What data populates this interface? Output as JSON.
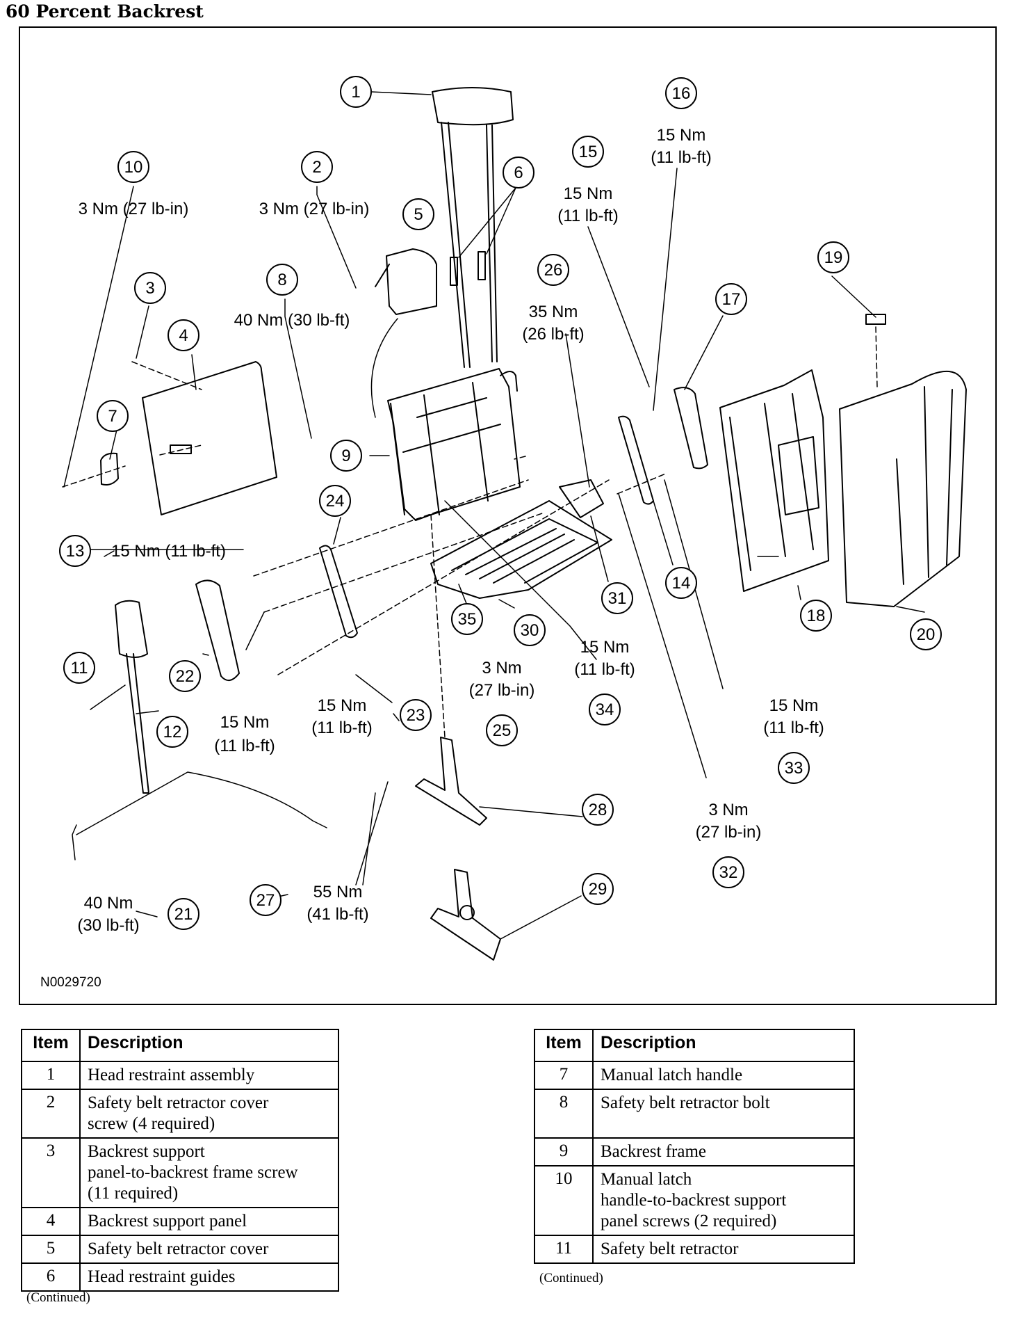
{
  "page": {
    "title": "60 Percent Backrest",
    "figure_id": "N0029720"
  },
  "callouts": [
    {
      "n": "1"
    },
    {
      "n": "2",
      "t1": "3 Nm (27 lb-in)"
    },
    {
      "n": "3"
    },
    {
      "n": "4"
    },
    {
      "n": "5"
    },
    {
      "n": "6"
    },
    {
      "n": "7"
    },
    {
      "n": "8",
      "t1": "40 Nm (30 lb-ft)"
    },
    {
      "n": "9"
    },
    {
      "n": "10",
      "t1": "3 Nm (27 lb-in)"
    },
    {
      "n": "11"
    },
    {
      "n": "12",
      "t1": "15 Nm",
      "t2": "(11 lb-ft)"
    },
    {
      "n": "13",
      "t1": "15 Nm (11 lb-ft)"
    },
    {
      "n": "14"
    },
    {
      "n": "15",
      "t1": "15 Nm",
      "t2": "(11 lb-ft)"
    },
    {
      "n": "16",
      "t1": "15 Nm",
      "t2": "(11 lb-ft)"
    },
    {
      "n": "17"
    },
    {
      "n": "18"
    },
    {
      "n": "19"
    },
    {
      "n": "20"
    },
    {
      "n": "21",
      "t1": "40 Nm",
      "t2": "(30 lb-ft)"
    },
    {
      "n": "22"
    },
    {
      "n": "23",
      "t1": "15 Nm",
      "t2": "(11 lb-ft)"
    },
    {
      "n": "24"
    },
    {
      "n": "25",
      "t1": "3 Nm",
      "t2": "(27 lb-in)"
    },
    {
      "n": "26",
      "t1": "35 Nm",
      "t2": "(26 lb-ft)"
    },
    {
      "n": "27",
      "t1": "55 Nm",
      "t2": "(41 lb-ft)"
    },
    {
      "n": "28"
    },
    {
      "n": "29"
    },
    {
      "n": "30"
    },
    {
      "n": "31"
    },
    {
      "n": "32",
      "t1": "3 Nm",
      "t2": "(27 lb-in)"
    },
    {
      "n": "33",
      "t1": "15 Nm",
      "t2": "(11 lb-ft)"
    },
    {
      "n": "34",
      "t1": "15 Nm",
      "t2": "(11 lb-ft)"
    },
    {
      "n": "35"
    }
  ],
  "table_left": {
    "header": {
      "item": "Item",
      "description": "Description"
    },
    "rows": [
      {
        "item": "1",
        "lines": [
          "Head restraint assembly"
        ]
      },
      {
        "item": "2",
        "lines": [
          "Safety belt retractor cover",
          "screw (4 required)"
        ]
      },
      {
        "item": "3",
        "lines": [
          "Backrest support",
          "panel-to-backrest frame screw",
          "(11 required)"
        ]
      },
      {
        "item": "4",
        "lines": [
          "Backrest support panel"
        ]
      },
      {
        "item": "5",
        "lines": [
          "Safety belt retractor cover"
        ]
      },
      {
        "item": "6",
        "lines": [
          "Head restraint guides"
        ]
      }
    ],
    "footer": "(Continued)"
  },
  "table_right": {
    "header": {
      "item": "Item",
      "description": "Description"
    },
    "rows": [
      {
        "item": "7",
        "lines": [
          "Manual latch handle"
        ]
      },
      {
        "item": "8",
        "lines": [
          "Safety belt retractor bolt"
        ]
      },
      {
        "item": "9",
        "lines": [
          "Backrest frame"
        ]
      },
      {
        "item": "10",
        "lines": [
          "Manual latch",
          "handle-to-backrest support",
          "panel screws (2 required)"
        ]
      },
      {
        "item": "11",
        "lines": [
          "Safety belt retractor"
        ]
      }
    ],
    "footer": "(Continued)"
  }
}
